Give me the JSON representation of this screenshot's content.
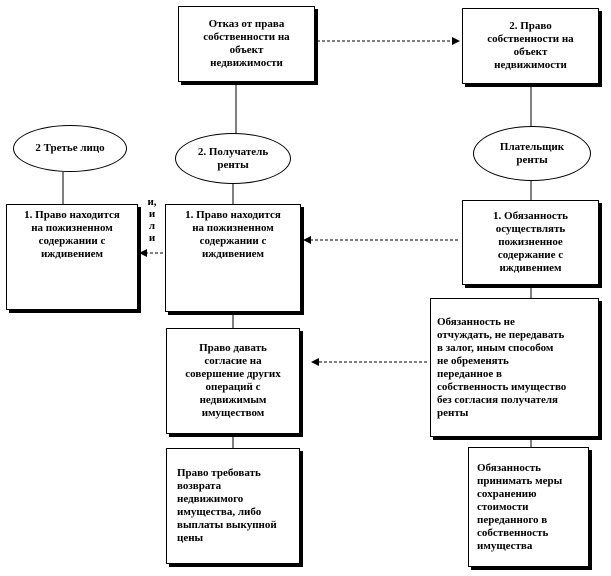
{
  "nodes": {
    "refusal": "Отказ от права\nсобственности на\nобъект\nнедвижимости",
    "transfer_right": "2. Право\nсобственности на\nобъект\nнедвижимости",
    "third_party": "2 Третье лицо",
    "recipient": "2. Получатель\nренты",
    "payer": "Плательщик\nренты",
    "right_third": "1. Право находится\nна пожизненном\nсодержании с\nиждивением",
    "right_recipient": "1. Право находится\nна пожизненном\nсодержании с\nиждивением",
    "duty_payer": "1. Обязанность\nосуществлять\nпожизненное\nсодержание с\nиждивением",
    "consent_right": "Право давать\nсогласие на\nсовершение других\nопераций с\nнедвижимым\nимуществом",
    "duty_not_alienate": "Обязанность не\nотчуждать, не передавать\nв залог, иным способом\nне обременять\nпереданное в\nсобственность имущество\nбез согласия получателя\nренты",
    "return_right": "Право требовать\nвозврата\nнедвижимого\nимущества, либо\nвыплаты выкупной\nцены",
    "duty_preserve": "Обязанность\nпринимать меры\nсохранению\nстоимости\nпереданного в\nсобственность\nимущества"
  },
  "connector_word": "и,\nи\nл\nи"
}
